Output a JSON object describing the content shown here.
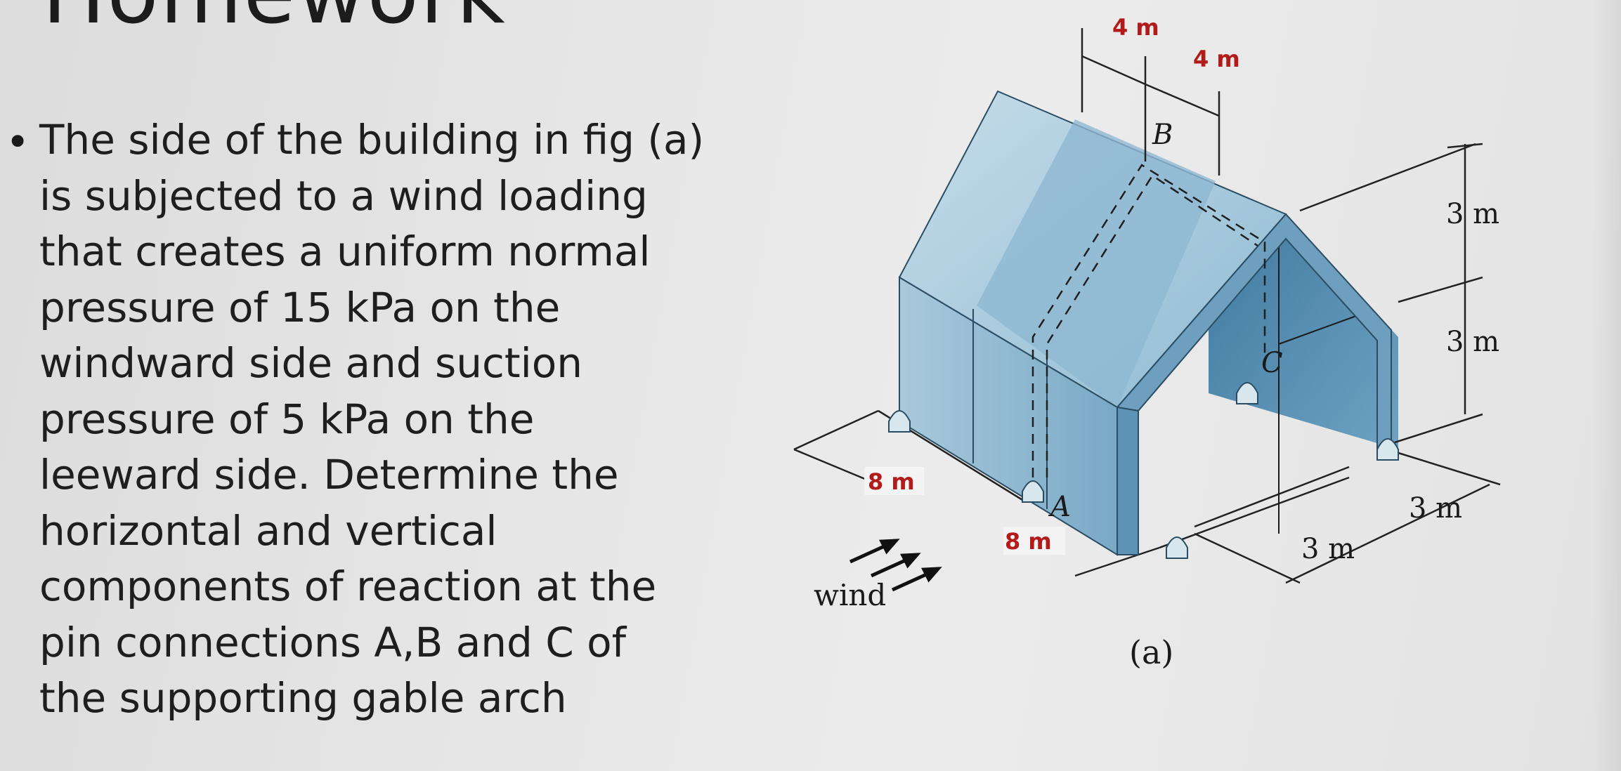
{
  "slide": {
    "title": "Homework",
    "bullet_lines": [
      "The side of the building in fig (a)",
      "is subjected to a wind loading",
      "that creates a uniform normal",
      "pressure of 15 kPa on the",
      "windward side and suction",
      "pressure of 5 kPa on the",
      "leeward side. Determine the",
      "horizontal and vertical",
      "components of reaction at the",
      "pin connections A,B and C of",
      "the supporting gable arch"
    ]
  },
  "figure": {
    "caption": "(a)",
    "labels": {
      "top_dim_1": "4 m",
      "top_dim_2": "4 m",
      "point_b": "B",
      "point_a": "A",
      "point_c": "C",
      "left_dim_1": "8 m",
      "left_dim_2": "8 m",
      "height_upper": "3 m",
      "height_lower": "3 m",
      "base_dim_1": "3 m",
      "base_dim_2": "3 m",
      "wind": "wind"
    },
    "colors": {
      "building_light": "#bcd6e6",
      "building_mid": "#7fb0cc",
      "building_dark": "#4f88a8",
      "dimension_red": "#b31b1b"
    }
  }
}
